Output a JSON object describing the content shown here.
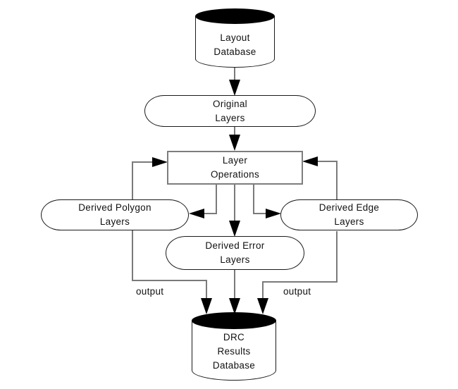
{
  "diagram": {
    "colors": {
      "background": "#ffffff",
      "connector_line": "#7a7a7a",
      "arrowhead": "#000000",
      "shape_outline": "#1a1a1a",
      "shape_fill": "#ffffff",
      "cylinder_cap": "#000000",
      "text": "#111111"
    },
    "nodes": {
      "layout_database": {
        "shape": "cylinder",
        "lines": [
          "Layout",
          "Database"
        ]
      },
      "original_layers": {
        "shape": "rounded",
        "lines": [
          "Original",
          "Layers"
        ]
      },
      "layer_operations": {
        "shape": "rectangle",
        "lines": [
          "Layer",
          "Operations"
        ]
      },
      "derived_polygon_layers": {
        "shape": "rounded",
        "lines": [
          "Derived Polygon",
          "Layers"
        ]
      },
      "derived_edge_layers": {
        "shape": "rounded",
        "lines": [
          "Derived Edge",
          "Layers"
        ]
      },
      "derived_error_layers": {
        "shape": "rounded",
        "lines": [
          "Derived Error",
          "Layers"
        ]
      },
      "drc_results_database": {
        "shape": "cylinder",
        "lines": [
          "DRC",
          "Results",
          "Database"
        ]
      }
    },
    "edge_labels": {
      "left_output": "output",
      "right_output": "output"
    }
  }
}
